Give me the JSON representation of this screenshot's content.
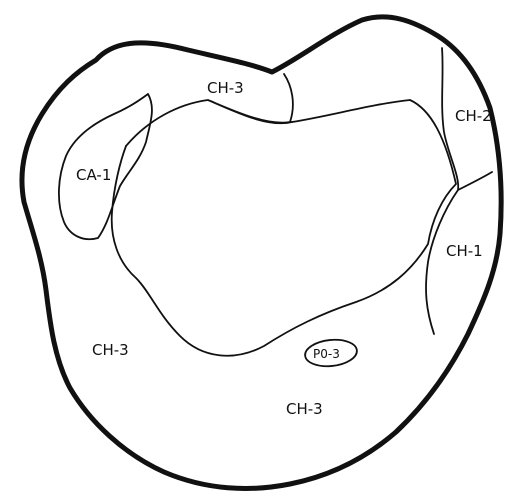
{
  "regions": {
    "top": "CH-3",
    "ne": "CH-2",
    "east": "CH-1",
    "west_inner": "CA-1",
    "sw": "CH-3",
    "south": "CH-3",
    "small": "P0-3"
  }
}
